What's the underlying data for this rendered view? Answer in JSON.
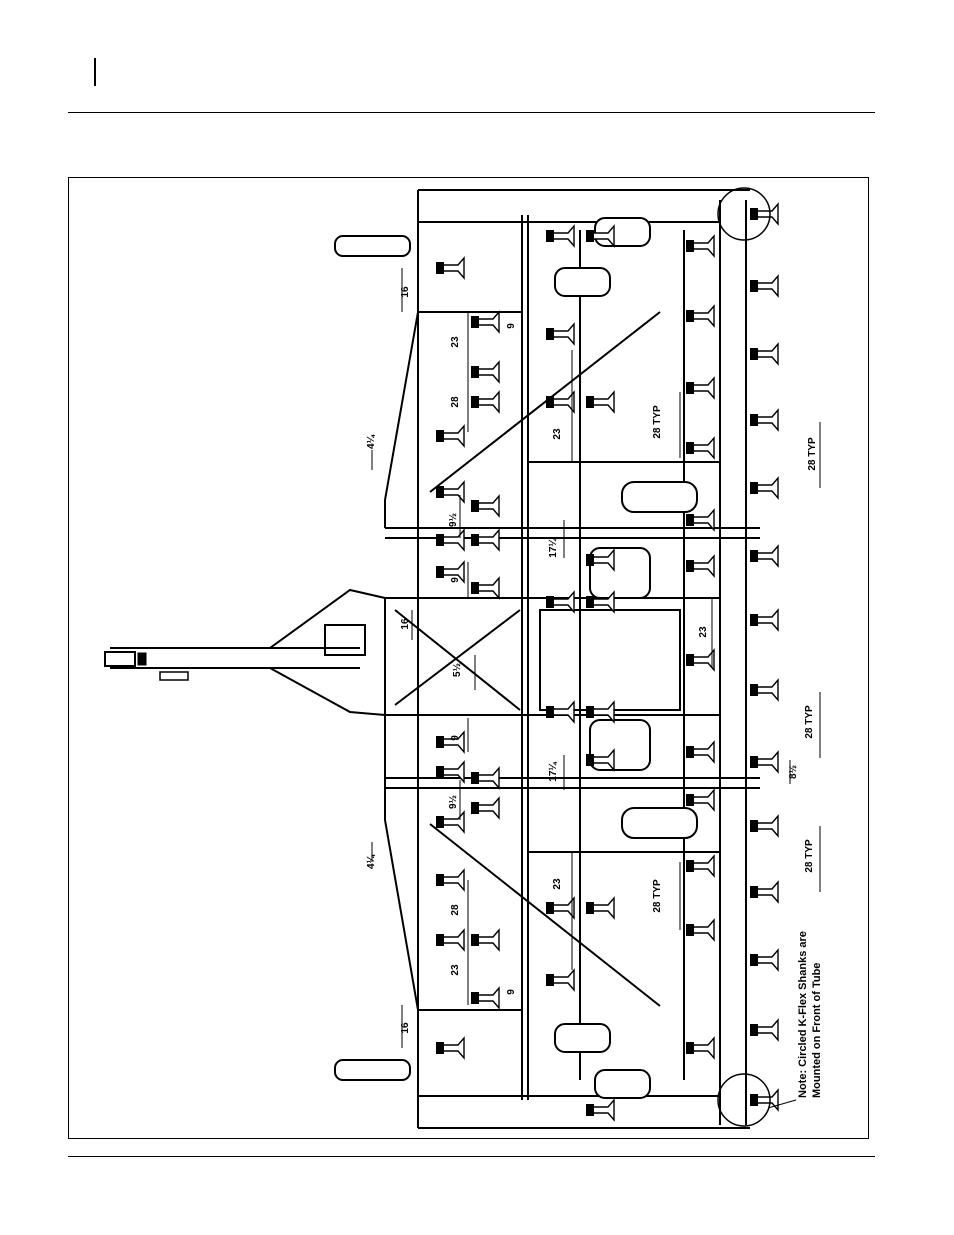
{
  "diagram": {
    "dimensions": {
      "d16": "16",
      "d23": "23",
      "d28": "28",
      "d9": "9",
      "d4q": "4¼",
      "d9h": "9½",
      "d17q": "17¼",
      "d5h": "5½",
      "d8h": "8½",
      "d28typ": "28 TYP",
      "typ": "TYP"
    },
    "note": {
      "line1": "Note: Circled K-Flex Shanks are",
      "line2": "Mounted on Front of Tube"
    }
  }
}
